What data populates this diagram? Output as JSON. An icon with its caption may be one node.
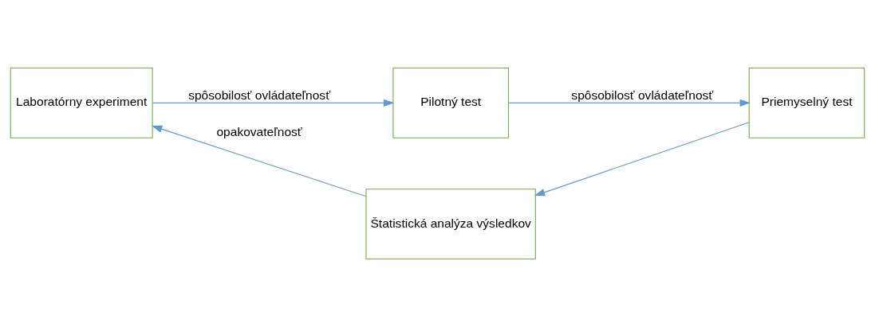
{
  "diagram": {
    "nodes": [
      {
        "text": [
          "Laboratórny experiment"
        ]
      },
      {
        "text": [
          "Pilotný test"
        ]
      },
      {
        "text": [
          "Priemyselný test"
        ]
      },
      {
        "text": [
          "Štatistická analýza výsledkov"
        ]
      }
    ],
    "edges": [
      {
        "from": 0,
        "to": 1,
        "arrow": "to",
        "label": "spôsobilosť ovládateľnosť"
      },
      {
        "from": 1,
        "to": 2,
        "arrow": "to",
        "label": "spôsobilosť ovládateľnosť"
      },
      {
        "from": 2,
        "to": 3,
        "arrow": "to"
      },
      {
        "from": 3,
        "to": 0,
        "arrow": "to",
        "label": "opakovateľnosť"
      }
    ]
  }
}
